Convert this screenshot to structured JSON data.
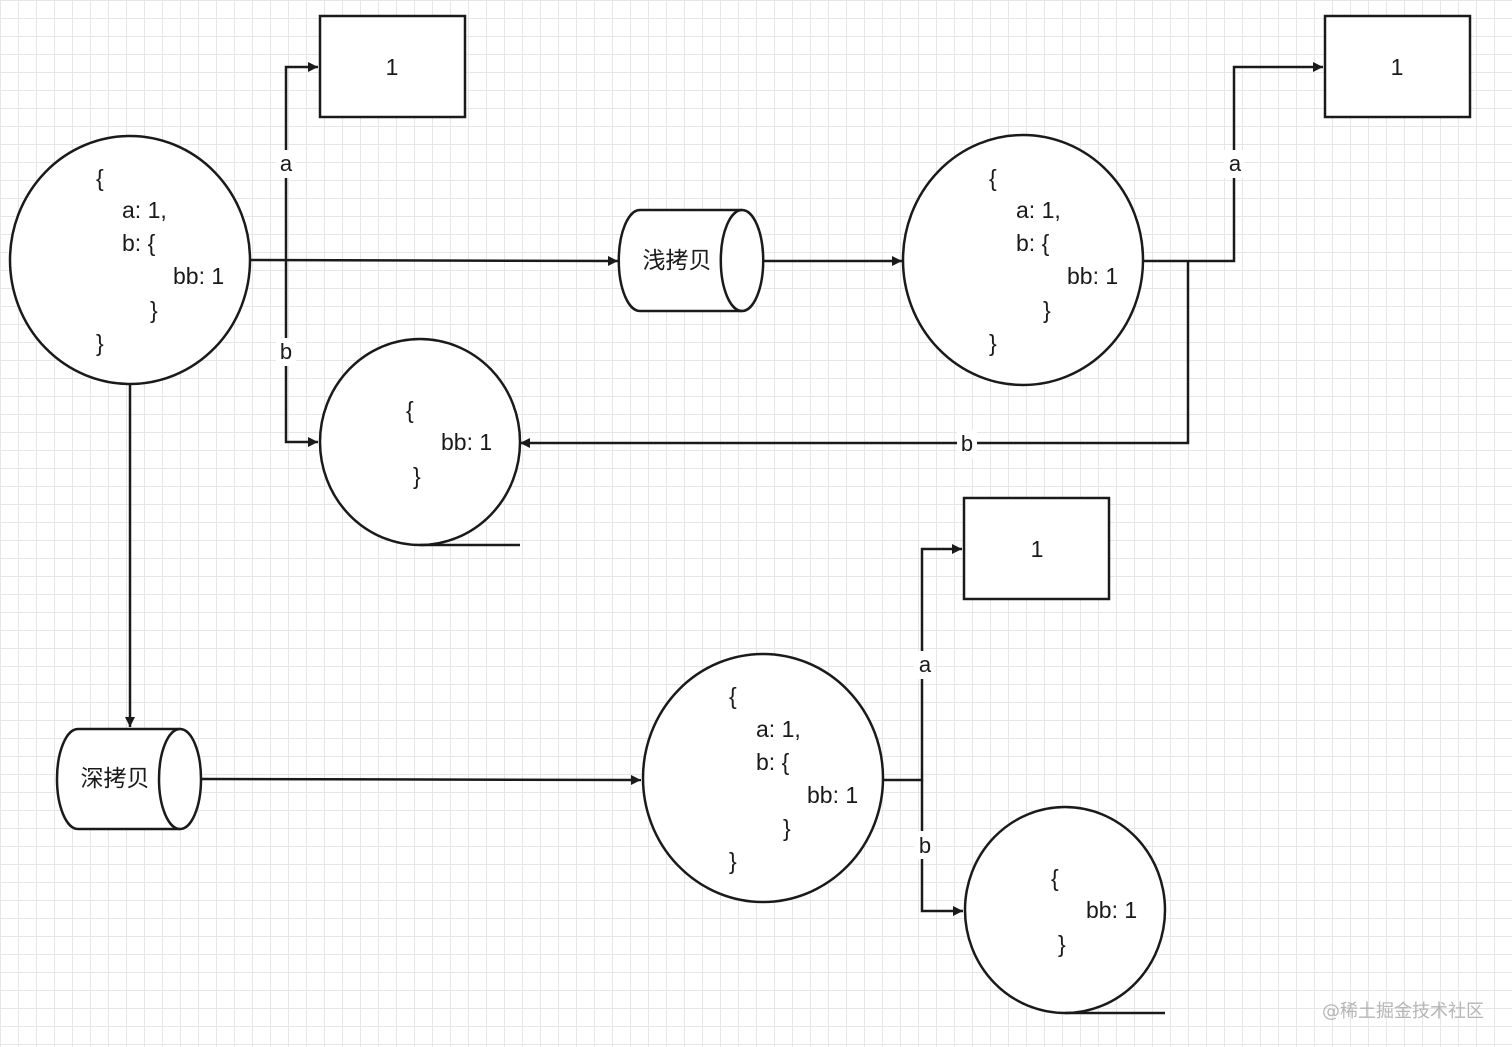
{
  "diagram": {
    "obj_lines": [
      "{",
      "a: 1,",
      "b: {",
      "bb: 1",
      "}",
      "}"
    ],
    "inner_lines": [
      "{",
      "bb: 1",
      "}"
    ],
    "value": "1",
    "shallow_label": "浅拷贝",
    "deep_label": "深拷贝",
    "edge_a": "a",
    "edge_b": "b",
    "watermark": "@稀土掘金技术社区"
  }
}
